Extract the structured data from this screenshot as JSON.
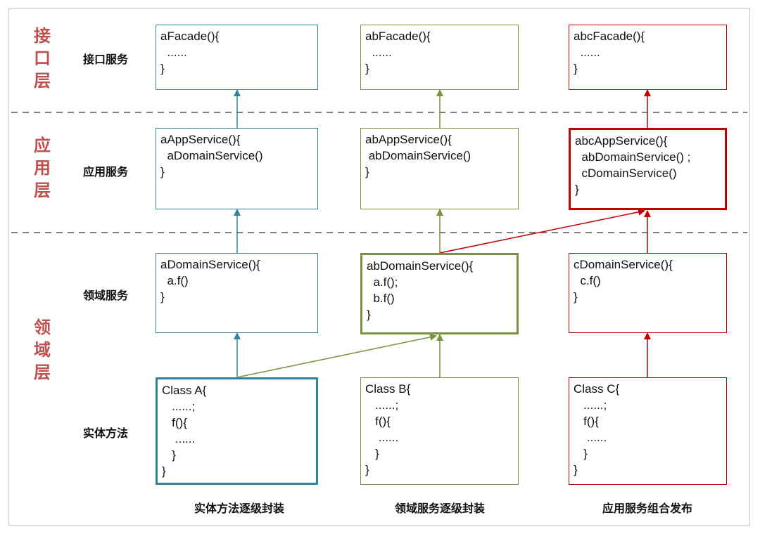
{
  "layers": {
    "interface": [
      "接",
      "口",
      "层"
    ],
    "application": [
      "应",
      "用",
      "层"
    ],
    "domain": [
      "领",
      "域",
      "层"
    ]
  },
  "rows": {
    "interface_service": "接口服务",
    "app_service": "应用服务",
    "domain_service": "领域服务",
    "entity_method": "实体方法"
  },
  "columns": {
    "a": "实体方法逐级封装",
    "b": "领域服务逐级封装",
    "c": "应用服务组合发布"
  },
  "boxes": {
    "a_facade": [
      "aFacade(){",
      "  ......",
      "}"
    ],
    "ab_facade": [
      "abFacade(){",
      "  ......",
      "}"
    ],
    "abc_facade": [
      "abcFacade(){",
      "  ......",
      "}"
    ],
    "a_app": [
      "aAppService(){",
      "  aDomainService()",
      "}"
    ],
    "ab_app": [
      "abAppService(){",
      " abDomainService()",
      "}"
    ],
    "abc_app": [
      "abcAppService(){",
      "  abDomainService() ;",
      "  cDomainService()",
      "}"
    ],
    "a_domain": [
      "aDomainService(){",
      "  a.f()",
      "}"
    ],
    "ab_domain": [
      "abDomainService(){",
      "  a.f();",
      "  b.f()",
      "}"
    ],
    "c_domain": [
      "cDomainService(){",
      "  c.f()",
      "}"
    ],
    "class_a": [
      "Class A{",
      "   ......;",
      "   f(){",
      "    ......",
      "   }",
      "}"
    ],
    "class_b": [
      "Class B{",
      "   ......;",
      "   f(){",
      "    ......",
      "   }",
      "}"
    ],
    "class_c": [
      "Class C{",
      "   ......;",
      "   f(){",
      "    ......",
      "   }",
      "}"
    ]
  },
  "colors": {
    "teal": "#31849b",
    "green": "#77933c",
    "red": "#c00000",
    "layer_title": "#c0504d",
    "divider": "#555555"
  }
}
